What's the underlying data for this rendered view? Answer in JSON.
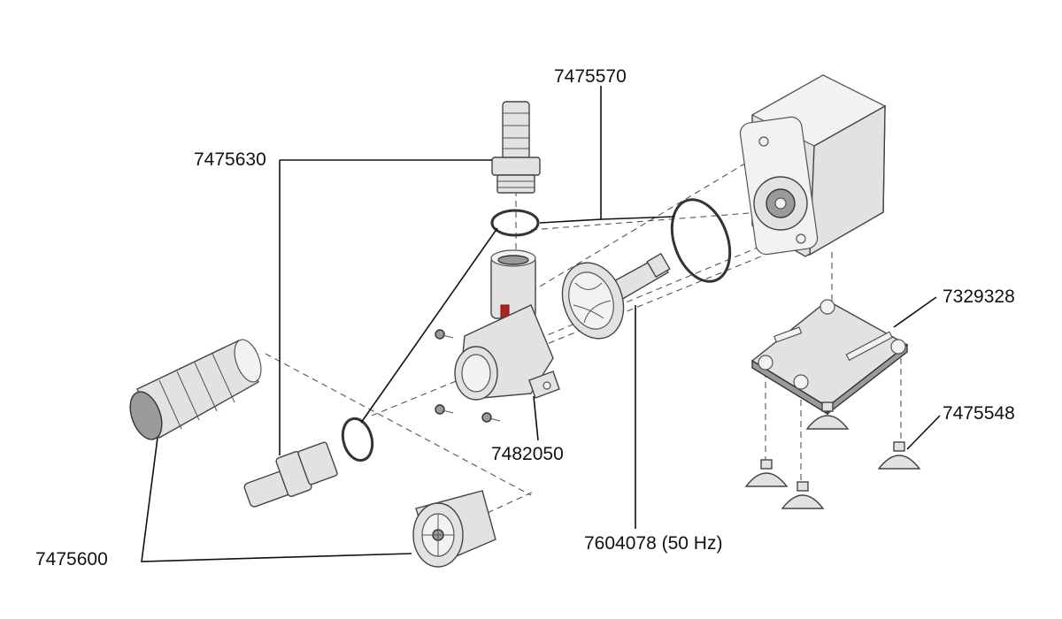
{
  "labels": {
    "l7475570": "7475570",
    "l7475630": "7475630",
    "l7329328": "7329328",
    "l7475548": "7475548",
    "l7482050": "7482050",
    "l7604078": "7604078 (50 Hz)",
    "l7475600": "7475600"
  },
  "colors": {
    "line": "#111111",
    "accent_red": "#b22222",
    "part_fill": "#e2e2e2"
  }
}
